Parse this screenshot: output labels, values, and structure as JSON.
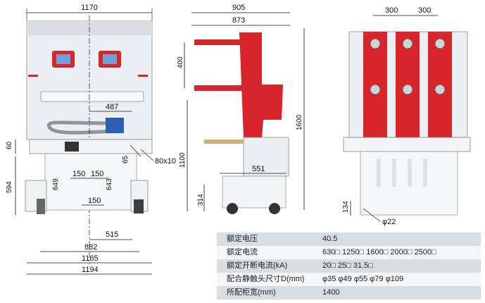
{
  "front_view": {
    "overall_width": "1170",
    "dims": {
      "d487": "487",
      "d60": "60",
      "d65": "65",
      "d80x10": "80x10",
      "d150a": "150",
      "d150b": "150",
      "d150c": "150",
      "d649": "649",
      "d643": "643",
      "d594": "594",
      "d515": "515",
      "d882": "882",
      "d1165": "1165",
      "d1194": "1194"
    }
  },
  "side_view": {
    "dims": {
      "d905": "905",
      "d873": "873",
      "d400": "400",
      "d1600": "1600",
      "d1100": "1100",
      "d551": "551",
      "d314": "314"
    }
  },
  "rear_view": {
    "dims": {
      "d300a": "300",
      "d300b": "300",
      "d134": "134",
      "phi22": "φ22"
    }
  },
  "spec_table": {
    "rows": [
      {
        "label": "额定电压",
        "value": "40.5"
      },
      {
        "label": "额定电流",
        "value": "630□  1250□  1600□  2000□  2500□"
      },
      {
        "label": "额定开断电流(kA)",
        "value": "20□      25□      31.5□"
      },
      {
        "label": "配合静触头尺寸D(mm)",
        "value": "φ35   φ49   φ55   φ79   φ109"
      },
      {
        "label": "所配柜宽(mm)",
        "value": "1400"
      }
    ]
  },
  "colors": {
    "red": "#d8242b",
    "blue": "#2b5fb3",
    "grey": "#cfd3d6"
  }
}
